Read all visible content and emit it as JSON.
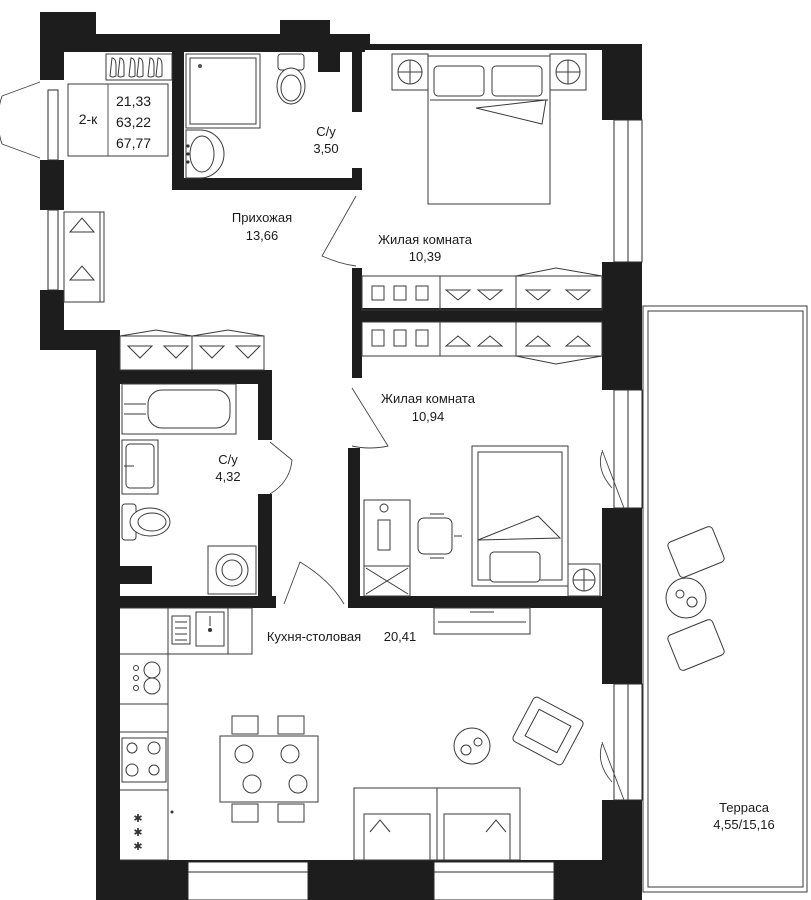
{
  "summary": {
    "type_label": "2-к",
    "living_area": "21,33",
    "total_area": "63,22",
    "total_area_with_terrace": "67,77"
  },
  "rooms": {
    "bathroom_top": {
      "name": "С/у",
      "area": "3,50"
    },
    "hallway": {
      "name": "Прихожая",
      "area": "13,66"
    },
    "living_room_1": {
      "name": "Жилая комната",
      "area": "10,39"
    },
    "living_room_2": {
      "name": "Жилая комната",
      "area": "10,94"
    },
    "bathroom_bottom": {
      "name": "С/у",
      "area": "4,32"
    },
    "kitchen": {
      "name": "Кухня-столовая",
      "area": "20,41"
    },
    "terrace": {
      "name": "Терраса",
      "area": "4,55/15,16"
    }
  },
  "colors": {
    "wall": "#1d1d1d",
    "line": "#3a3a3a",
    "background": "#ffffff"
  }
}
